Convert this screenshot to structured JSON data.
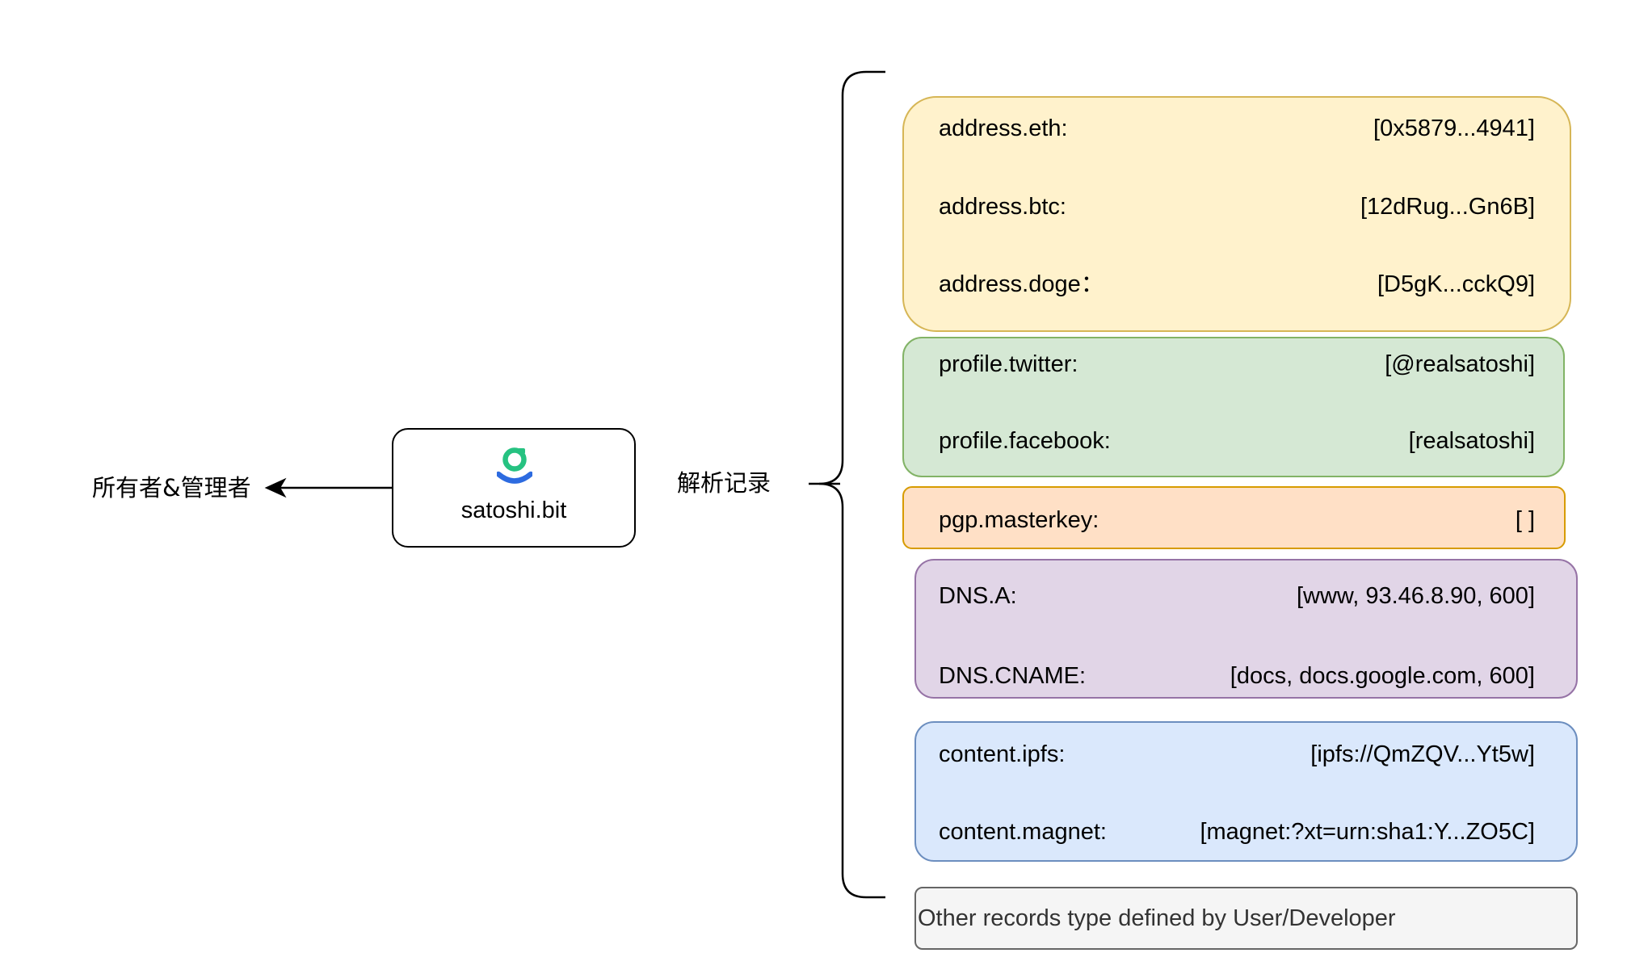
{
  "owner_label": "所有者&管理者",
  "resolve_label": "解析记录",
  "node": {
    "icon": "dotbit-logo-icon",
    "label": "satoshi.bit"
  },
  "groups": {
    "address": {
      "color": "#fff2cc",
      "records": [
        {
          "key": "address.eth:",
          "value": "[0x5879...4941]"
        },
        {
          "key": "address.btc:",
          "value": "[12dRug...Gn6B]"
        },
        {
          "key": "address.doge：",
          "value": "[D5gK...cckQ9]"
        }
      ]
    },
    "profile": {
      "color": "#d5e8d4",
      "records": [
        {
          "key": "profile.twitter:",
          "value": "[@realsatoshi]"
        },
        {
          "key": "profile.facebook:",
          "value": "[realsatoshi]"
        }
      ]
    },
    "pgp": {
      "color": "#ffe0c6",
      "records": [
        {
          "key": "pgp.masterkey:",
          "value": "[ ]"
        }
      ]
    },
    "dns": {
      "color": "#e1d5e7",
      "records": [
        {
          "key": "DNS.A:",
          "value": "[www, 93.46.8.90, 600]"
        },
        {
          "key": "DNS.CNAME:",
          "value": "[docs, docs.google.com, 600]"
        }
      ]
    },
    "content": {
      "color": "#dae8fc",
      "records": [
        {
          "key": "content.ipfs:",
          "value": "[ipfs://QmZQV...Yt5w]"
        },
        {
          "key": "content.magnet:",
          "value": "[magnet:?xt=urn:sha1:Y...ZO5C]"
        }
      ]
    },
    "other": {
      "color": "#f5f5f5",
      "text": "Other records type defined by User/Developer"
    }
  }
}
